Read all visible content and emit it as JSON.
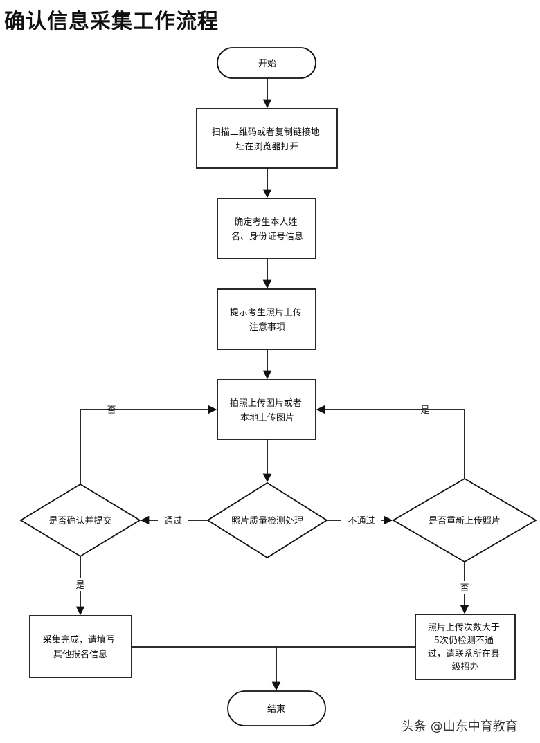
{
  "title": "确认信息采集工作流程",
  "watermark": "头条 @山东中育教育",
  "nodes": {
    "start": [
      "开始"
    ],
    "scan": [
      "扫描二维码或者复制链接地",
      "址在浏览器打开"
    ],
    "confirm": [
      "确定考生本人姓",
      "名、身份证号信息"
    ],
    "tips": [
      "提示考生照片上传",
      "注意事项"
    ],
    "photo": [
      "拍照上传图片或者",
      "本地上传图片"
    ],
    "check": [
      "照片质量检测处理"
    ],
    "submit": [
      "是否确认并提交"
    ],
    "reupload": [
      "是否重新上传照片"
    ],
    "done": [
      "采集完成，请填写",
      "其他报名信息"
    ],
    "fail": [
      "照片上传次数大于",
      "5次仍检测不通",
      "过，请联系所在县",
      "级招办"
    ],
    "end": [
      "结束"
    ]
  },
  "edge_labels": {
    "pass": "通过",
    "fail": "不通过",
    "submit_no": "否",
    "submit_yes": "是",
    "reupload_yes": "是",
    "reupload_no": "否"
  },
  "colors": {
    "stroke": "#111111",
    "fill": "#ffffff"
  }
}
